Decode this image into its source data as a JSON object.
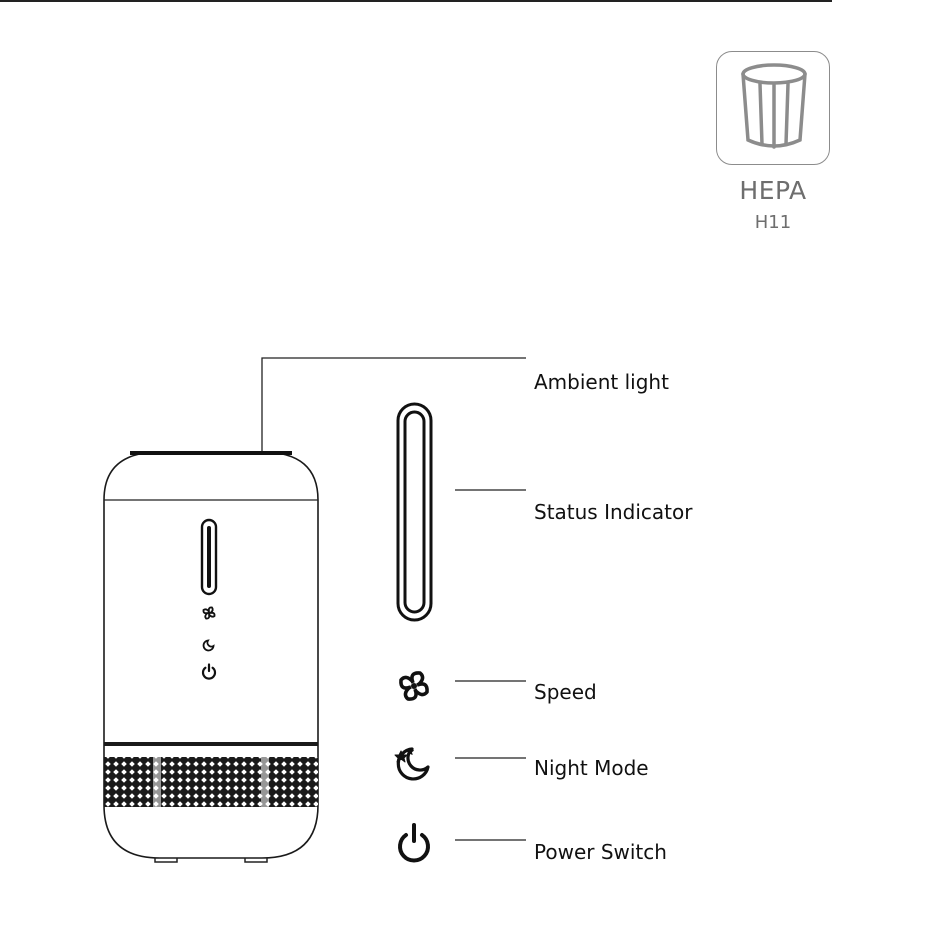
{
  "badge": {
    "title": "HEPA",
    "subtitle": "H11",
    "icon": "filter-cylinder-icon"
  },
  "callouts": [
    {
      "label": "Ambient light",
      "icon": ""
    },
    {
      "label": "Status Indicator",
      "icon": "status-light-bar-icon"
    },
    {
      "label": "Speed",
      "icon": "fan-icon"
    },
    {
      "label": "Night Mode",
      "icon": "moon-stars-icon"
    },
    {
      "label": "Power Switch",
      "icon": "power-icon"
    }
  ],
  "colors": {
    "line": "#222222",
    "badge": "#8c8c8c",
    "badge_text": "#6e6e6e"
  }
}
